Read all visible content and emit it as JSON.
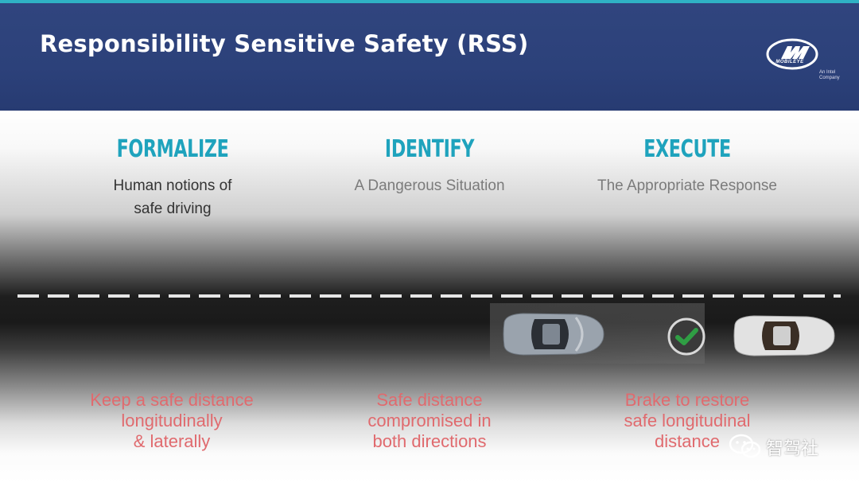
{
  "header": {
    "title": "Responsibility Sensitive Safety (RSS)",
    "logo": {
      "wordmark": "MOBILEYE",
      "tagline_line1": "An Intel",
      "tagline_line2": "Company"
    }
  },
  "columns": [
    {
      "heading": "FORMALIZE",
      "sub_line1": "Human notions of",
      "sub_line2": "safe driving",
      "caption_line1": "Keep a safe distance",
      "caption_line2": "longitudinally",
      "caption_line3": "& laterally"
    },
    {
      "heading": "IDENTIFY",
      "sub_line1": "A Dangerous Situation",
      "sub_line2": "",
      "caption_line1": "Safe distance",
      "caption_line2": "compromised in",
      "caption_line3": "both directions"
    },
    {
      "heading": "EXECUTE",
      "sub_line1": "The Appropriate Response",
      "sub_line2": "",
      "caption_line1": "Brake to restore",
      "caption_line2": "safe longitudinal",
      "caption_line3": "distance"
    }
  ],
  "scene": {
    "car_left_color": "#9aa3ad",
    "car_right_color": "#e2e2e2",
    "check_color": "#2f9e44",
    "icons": [
      "car-icon",
      "check-circle-icon"
    ]
  },
  "watermark": {
    "text": "智驾社"
  },
  "colors": {
    "accent_teal": "#1fa3bd",
    "caption_red": "#e06a6e",
    "header_blue": "#2c417a"
  }
}
